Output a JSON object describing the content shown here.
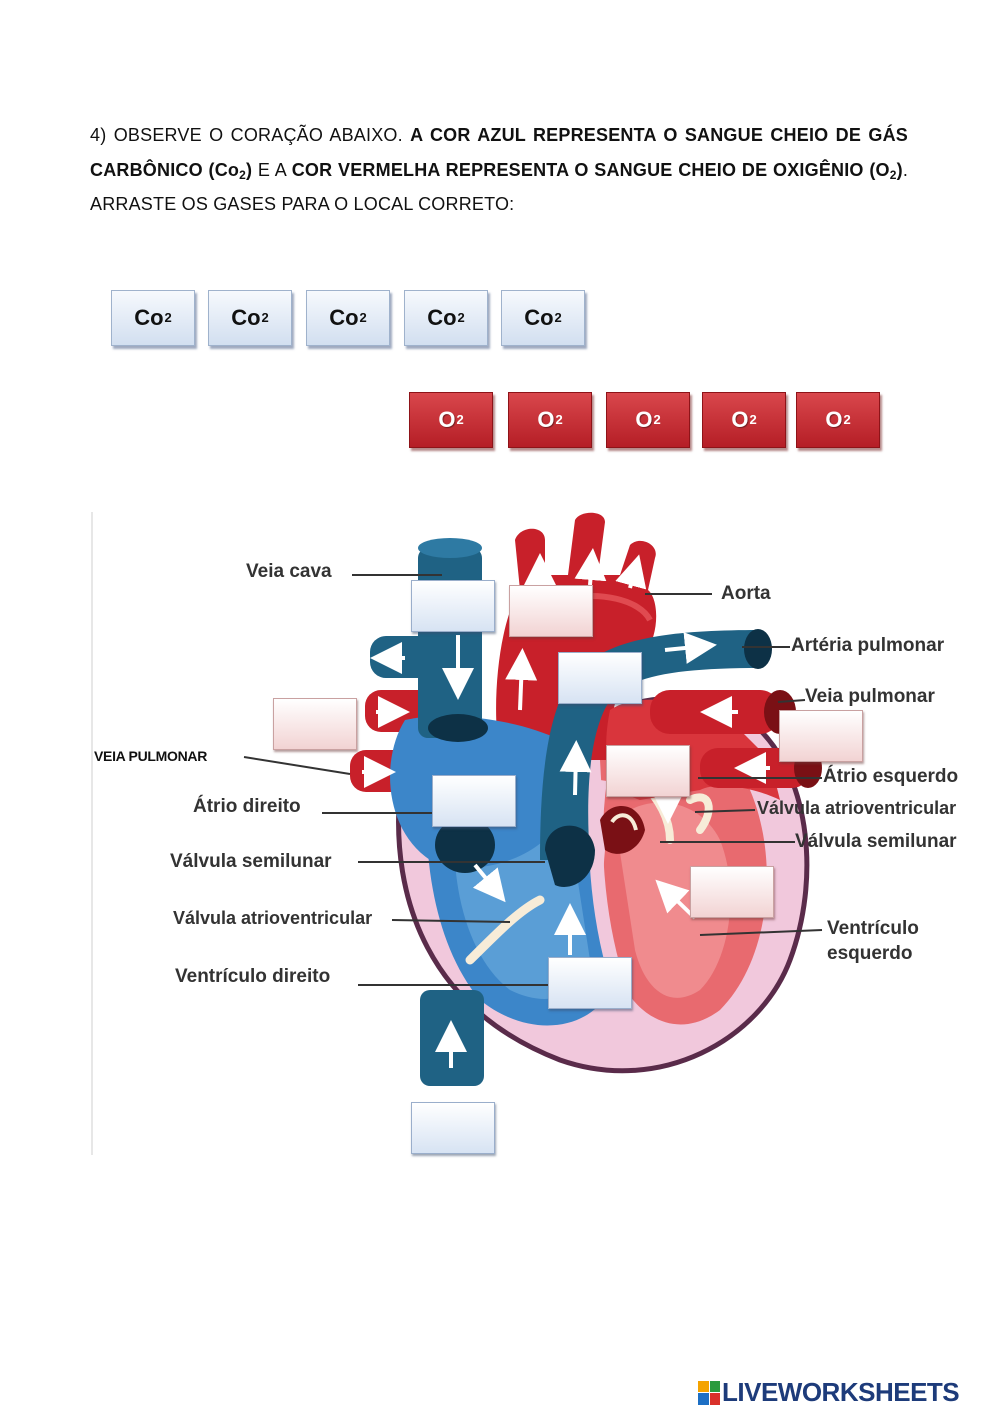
{
  "instruction": {
    "part1": "4) OBSERVE O CORAÇÃO ABAIXO. ",
    "bold1": "A COR AZUL REPRESENTA O SANGUE CHEIO DE GÁS CARBÔNICO (Co",
    "bold1_sub": "2",
    "bold1_end": ")",
    "part2": " E A ",
    "bold2": "COR VERMELHA REPRESENTA O SANGUE CHEIO DE OXIGÊNIO (O",
    "bold2_sub": "2",
    "bold2_end": ")",
    "part3": ". ARRASTE OS GASES PARA O LOCAL CORRETO:"
  },
  "tiles": {
    "co2": [
      {
        "text": "Co",
        "sub": "2"
      },
      {
        "text": "Co",
        "sub": "2"
      },
      {
        "text": "Co",
        "sub": "2"
      },
      {
        "text": "Co",
        "sub": "2"
      },
      {
        "text": "Co",
        "sub": "2"
      }
    ],
    "o2": [
      {
        "text": "O",
        "sub": "2"
      },
      {
        "text": "O",
        "sub": "2"
      },
      {
        "text": "O",
        "sub": "2"
      },
      {
        "text": "O",
        "sub": "2"
      },
      {
        "text": "O",
        "sub": "2"
      }
    ]
  },
  "labels": {
    "veia_cava": "Veia cava",
    "aorta": "Aorta",
    "arteria_pulmonar": "Artéria pulmonar",
    "veia_pulmonar_right": "Veia pulmonar",
    "veia_pulmonar_left": "VEIA PULMONAR",
    "atrio_esquerdo": "Átrio esquerdo",
    "valvula_atrio_right": "Válvula atrioventricular",
    "valvula_semi_right": "Válvula semilunar",
    "ventriculo_esquerdo_1": "Ventrículo",
    "ventriculo_esquerdo_2": "esquerdo",
    "atrio_direito": "Átrio direito",
    "valvula_semi_left": "Válvula semilunar",
    "valvula_atrio_left": "Válvula atrioventricular",
    "ventriculo_direito": "Ventrículo direito"
  },
  "colors": {
    "blue_blood": "#1f6284",
    "red_blood": "#c8202a",
    "accent": "#1d3b7a"
  },
  "footer": {
    "brand": "LIVEWORKSHEETS",
    "logo_letters": [
      "L",
      "i",
      "v",
      "e"
    ]
  }
}
